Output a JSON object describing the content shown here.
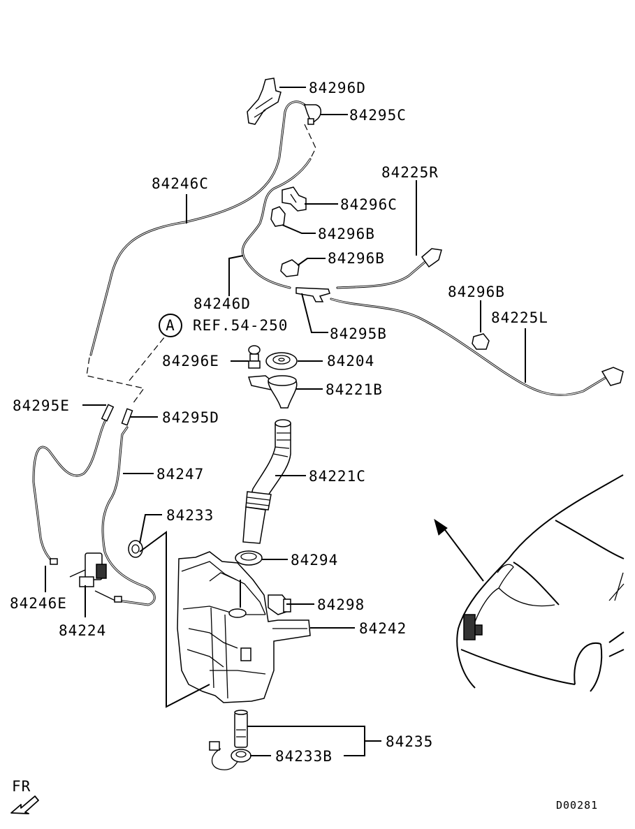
{
  "callouts": [
    {
      "id": "84296D",
      "text": "84296D"
    },
    {
      "id": "84295C",
      "text": "84295C"
    },
    {
      "id": "84246C",
      "text": "84246C"
    },
    {
      "id": "84225R",
      "text": "84225R"
    },
    {
      "id": "84296C",
      "text": "84296C"
    },
    {
      "id": "84296B_1",
      "text": "84296B"
    },
    {
      "id": "84296B_2",
      "text": "84296B"
    },
    {
      "id": "84246D",
      "text": "84246D"
    },
    {
      "id": "84295B",
      "text": "84295B"
    },
    {
      "id": "84296B_3",
      "text": "84296B"
    },
    {
      "id": "84225L",
      "text": "84225L"
    },
    {
      "id": "84296E",
      "text": "84296E"
    },
    {
      "id": "84204",
      "text": "84204"
    },
    {
      "id": "84221B",
      "text": "84221B"
    },
    {
      "id": "84295E",
      "text": "84295E"
    },
    {
      "id": "84295D",
      "text": "84295D"
    },
    {
      "id": "84247",
      "text": "84247"
    },
    {
      "id": "84221C",
      "text": "84221C"
    },
    {
      "id": "84233",
      "text": "84233"
    },
    {
      "id": "84294",
      "text": "84294"
    },
    {
      "id": "84298",
      "text": "84298"
    },
    {
      "id": "84246E",
      "text": "84246E"
    },
    {
      "id": "84242",
      "text": "84242"
    },
    {
      "id": "84224",
      "text": "84224"
    },
    {
      "id": "84235",
      "text": "84235"
    },
    {
      "id": "84233B",
      "text": "84233B"
    }
  ],
  "reference": {
    "marker": "A",
    "text": "REF.54-250"
  },
  "direction": {
    "text": "FR"
  },
  "diagram_code": "D00281"
}
